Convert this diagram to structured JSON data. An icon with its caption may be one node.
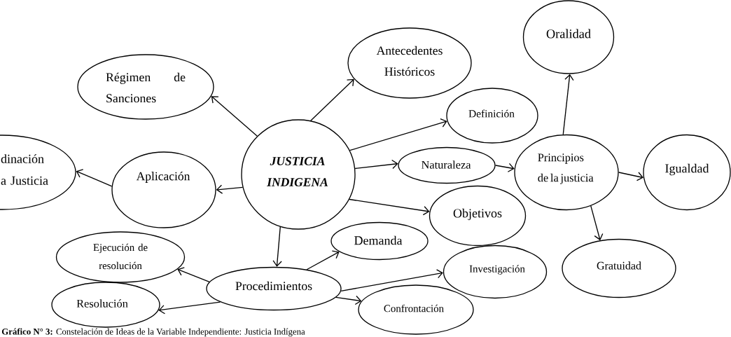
{
  "diagram": {
    "caption": "**Gráfico N° 3:** Constelación de Ideas de la Variable Independiente: Justicia Indígena",
    "nodes": [
      {
        "text": [
          "JUSTICIA INDIGENA"
        ]
      },
      {
        "text": [
          "Régimen de Sanciones"
        ]
      },
      {
        "text": [
          "Antecedentes Históricos"
        ]
      },
      {
        "text": [
          "Definición"
        ]
      },
      {
        "text": [
          "Naturaleza"
        ]
      },
      {
        "text": [
          "Principios de la justicia"
        ]
      },
      {
        "text": [
          "Oralidad"
        ]
      },
      {
        "text": [
          "Igualdad"
        ]
      },
      {
        "text": [
          "Gratuidad"
        ]
      },
      {
        "text": [
          "Objetivos"
        ]
      },
      {
        "text": [
          "Aplicación"
        ]
      },
      {
        "text": [
          "dinación a Justicia"
        ]
      },
      {
        "text": [
          "Procedimientos"
        ]
      },
      {
        "text": [
          "Demanda"
        ]
      },
      {
        "text": [
          "Ejecución de resolución"
        ]
      },
      {
        "text": [
          "Resolución"
        ]
      },
      {
        "text": [
          "Investigación"
        ]
      },
      {
        "text": [
          "Confrontación"
        ]
      }
    ],
    "edges": [
      {
        "from": 0,
        "to": 1,
        "arrow": "to"
      },
      {
        "from": 0,
        "to": 2,
        "arrow": "to"
      },
      {
        "from": 0,
        "to": 3,
        "arrow": "to"
      },
      {
        "from": 0,
        "to": 4,
        "arrow": "to"
      },
      {
        "from": 0,
        "to": 9,
        "arrow": "to"
      },
      {
        "from": 0,
        "to": 10,
        "arrow": "to"
      },
      {
        "from": 10,
        "to": 11,
        "arrow": "to"
      },
      {
        "from": 0,
        "to": 12,
        "arrow": "to"
      },
      {
        "from": 4,
        "to": 5,
        "arrow": "to"
      },
      {
        "from": 5,
        "to": 6,
        "arrow": "to"
      },
      {
        "from": 5,
        "to": 7,
        "arrow": "to"
      },
      {
        "from": 5,
        "to": 8,
        "arrow": "to"
      },
      {
        "from": 12,
        "to": 13,
        "arrow": "to"
      },
      {
        "from": 12,
        "to": 14,
        "arrow": "to"
      },
      {
        "from": 12,
        "to": 15,
        "arrow": "to"
      },
      {
        "from": 12,
        "to": 16,
        "arrow": "to"
      },
      {
        "from": 12,
        "to": 17,
        "arrow": "to"
      }
    ]
  }
}
